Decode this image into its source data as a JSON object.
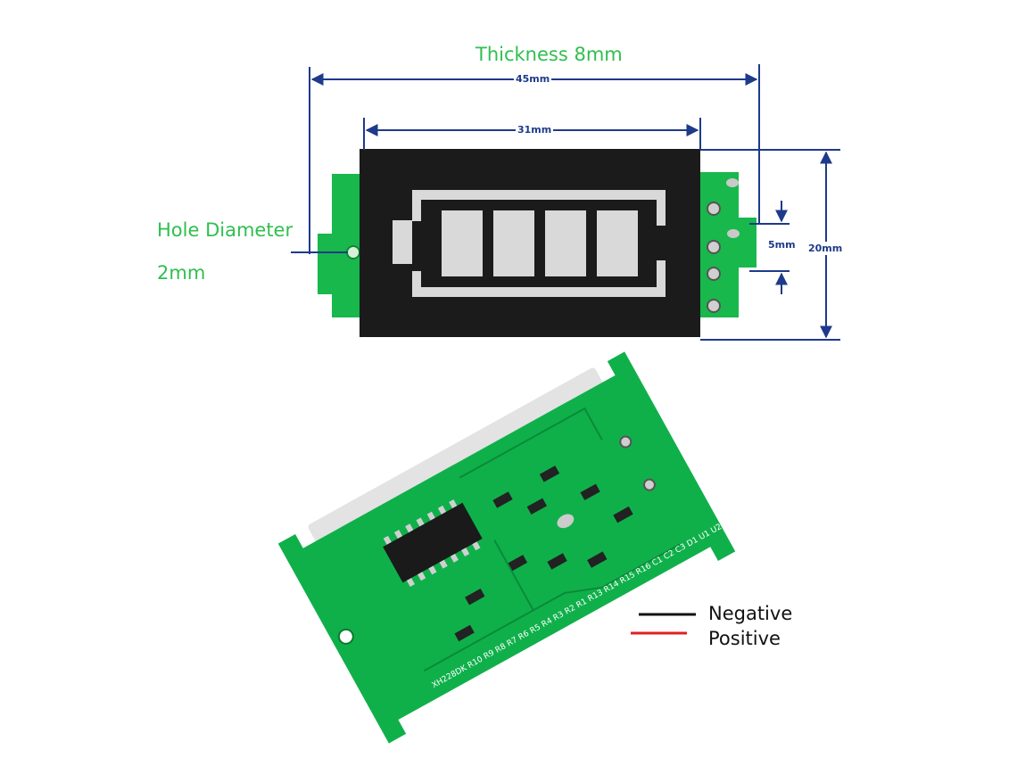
{
  "labels": {
    "thickness": "Thickness 8mm",
    "width_outer": "45mm",
    "width_inner": "31mm",
    "hole_title": "Hole Diameter",
    "hole_value": "2mm",
    "pin_spacing": "5mm",
    "height": "20mm",
    "negative": "Negative",
    "positive": "Positive"
  },
  "silkscreen": [
    "XH228DK",
    "R10",
    "R9",
    "R8",
    "R7",
    "R6",
    "R5",
    "R4",
    "R3",
    "R2",
    "R1",
    "R13",
    "R14",
    "R15",
    "R16",
    "C1",
    "C2",
    "C3",
    "D1",
    "U1",
    "U2"
  ],
  "indicator": {
    "bars": 4
  },
  "colors": {
    "dimension": "#1e3a8a",
    "label_green": "#2fbf4e",
    "pcb": "#0fb04a",
    "panel": "#1a1a1a",
    "negative_wire": "#111111",
    "positive_wire": "#e02020"
  }
}
